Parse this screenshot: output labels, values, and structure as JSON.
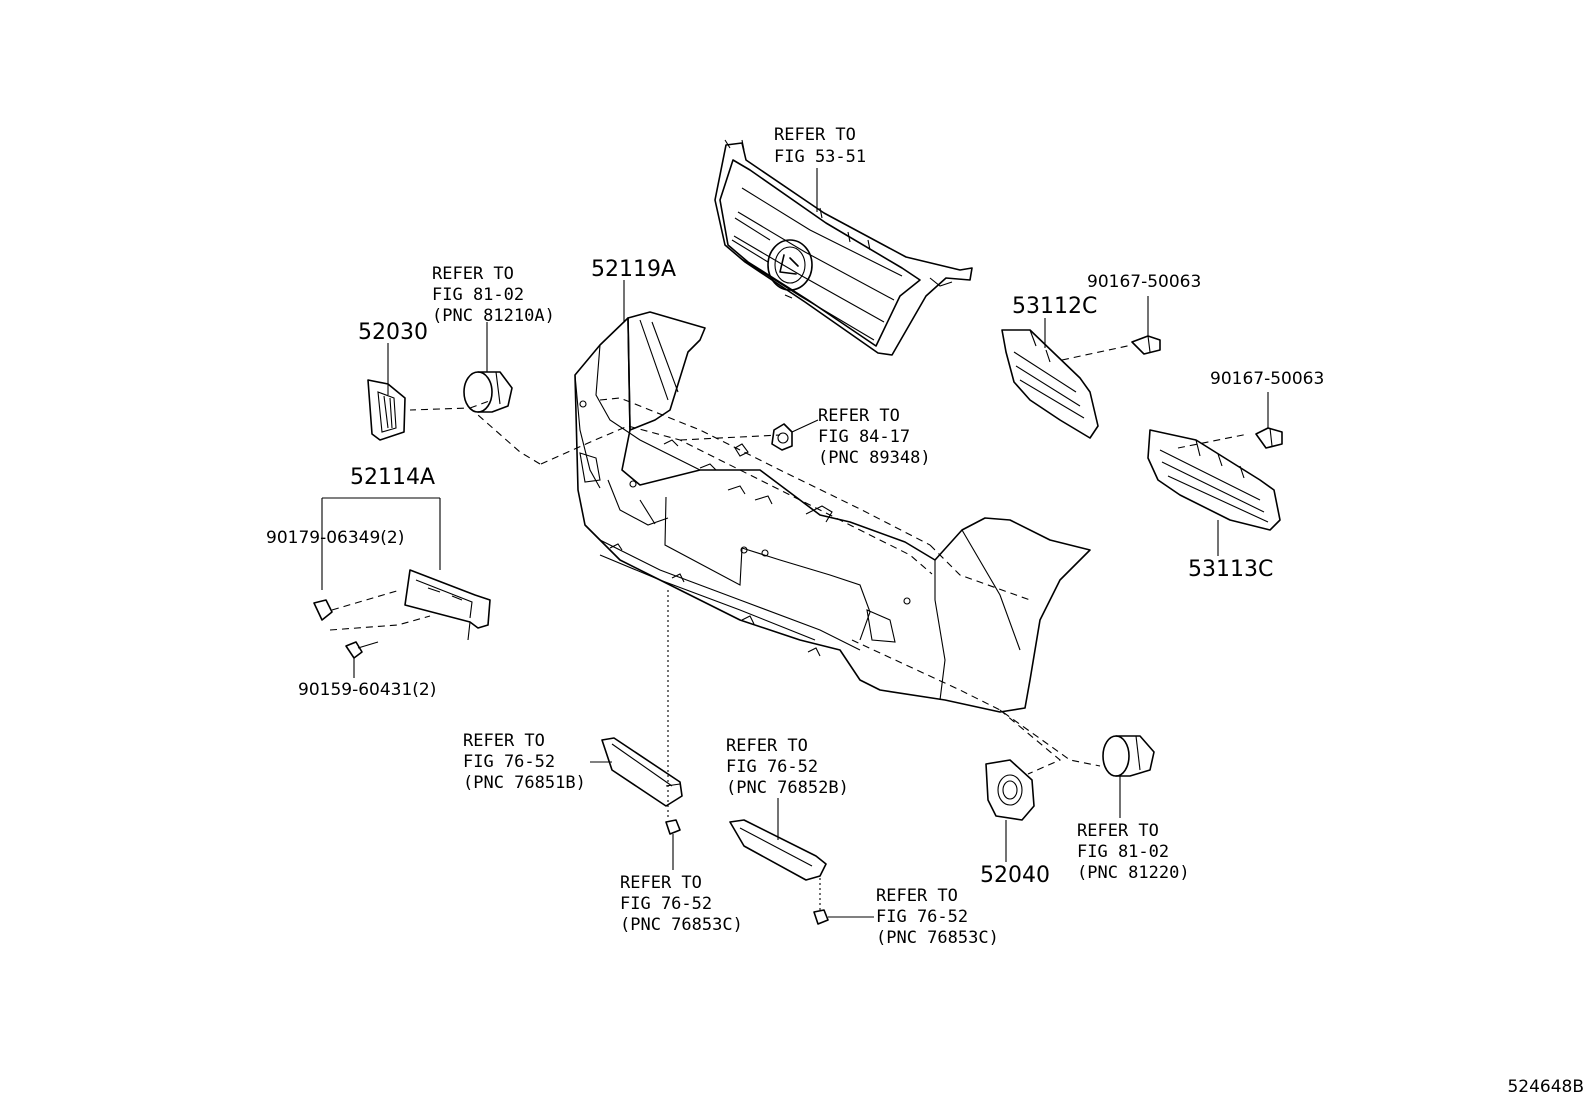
{
  "labels": {
    "refer_5351": [
      "REFER TO",
      "FIG 53-51"
    ],
    "refer_8102_a": [
      "REFER TO",
      "FIG 81-02",
      "(PNC 81210A)"
    ],
    "refer_8417": [
      "REFER TO",
      "FIG 84-17",
      "(PNC 89348)"
    ],
    "refer_7652_b": [
      "REFER TO",
      "FIG 76-52",
      "(PNC 76851B)"
    ],
    "refer_7652_c1": [
      "REFER TO",
      "FIG 76-52",
      "(PNC 76853C)"
    ],
    "refer_7652_b2": [
      "REFER TO",
      "FIG 76-52",
      "(PNC 76852B)"
    ],
    "refer_7652_c2": [
      "REFER TO",
      "FIG 76-52",
      "(PNC 76853C)"
    ],
    "refer_8102_b": [
      "REFER TO",
      "FIG 81-02",
      "(PNC 81220)"
    ]
  },
  "part_numbers": {
    "p52119A": "52119A",
    "p52030": "52030",
    "p52114A": "52114A",
    "p90179": "90179-06349(2)",
    "p90159": "90159-60431(2)",
    "p53112C": "53112C",
    "p90167a": "90167-50063",
    "p90167b": "90167-50063",
    "p53113C": "53113C",
    "p52040": "52040"
  },
  "diagram_id": "524648B"
}
